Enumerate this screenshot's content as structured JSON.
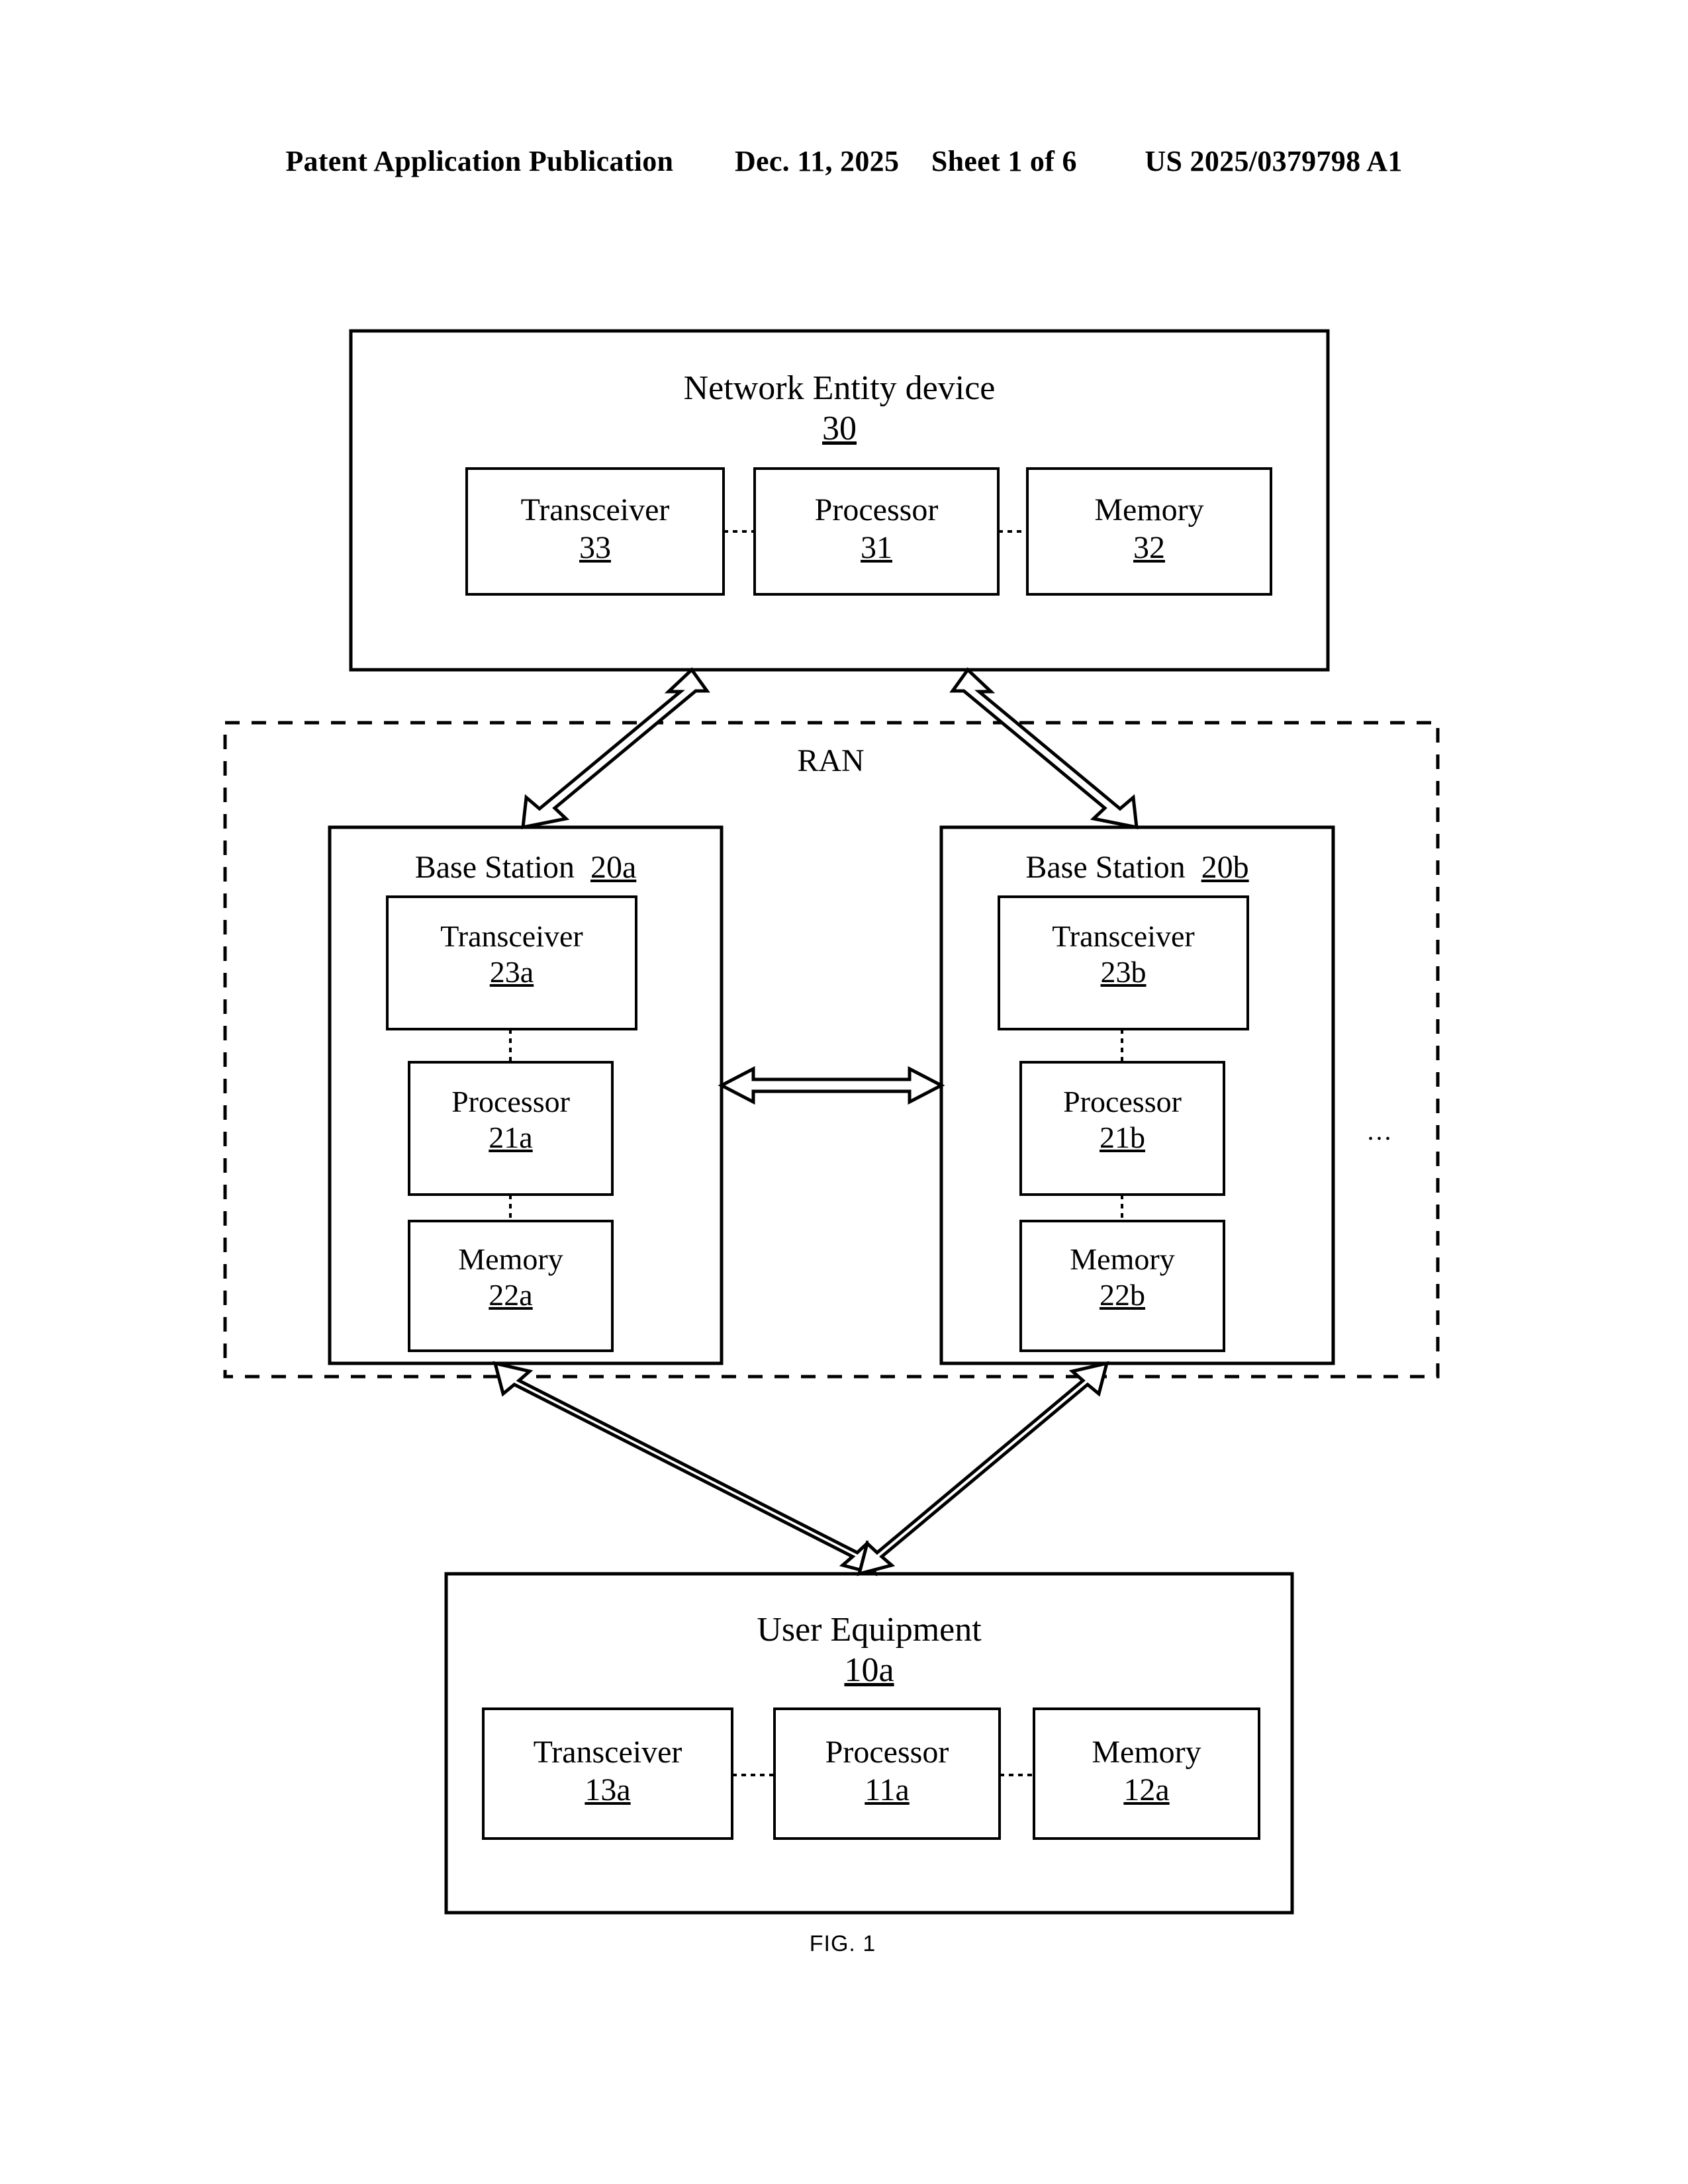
{
  "header": {
    "publication": "Patent Application Publication",
    "date": "Dec. 11, 2025",
    "sheet": "Sheet 1 of 6",
    "pub_number": "US 2025/0379798 A1"
  },
  "figure": {
    "caption": "FIG. 1",
    "network_entity": {
      "title": "Network Entity device",
      "ref": "30",
      "components": [
        {
          "name": "Transceiver",
          "ref": "33"
        },
        {
          "name": "Processor",
          "ref": "31"
        },
        {
          "name": "Memory",
          "ref": "32"
        }
      ]
    },
    "ran": {
      "label": "RAN",
      "ellipsis": "...",
      "base_stations": [
        {
          "title": "Base Station",
          "ref": "20a",
          "components": [
            {
              "name": "Transceiver",
              "ref": "23a"
            },
            {
              "name": "Processor",
              "ref": "21a"
            },
            {
              "name": "Memory",
              "ref": "22a"
            }
          ]
        },
        {
          "title": "Base Station",
          "ref": "20b",
          "components": [
            {
              "name": "Transceiver",
              "ref": "23b"
            },
            {
              "name": "Processor",
              "ref": "21b"
            },
            {
              "name": "Memory",
              "ref": "22b"
            }
          ]
        }
      ]
    },
    "user_equipment": {
      "title": "User Equipment",
      "ref": "10a",
      "components": [
        {
          "name": "Transceiver",
          "ref": "13a"
        },
        {
          "name": "Processor",
          "ref": "11a"
        },
        {
          "name": "Memory",
          "ref": "12a"
        }
      ]
    }
  },
  "colors": {
    "ink": "#000000",
    "paper": "#ffffff"
  }
}
